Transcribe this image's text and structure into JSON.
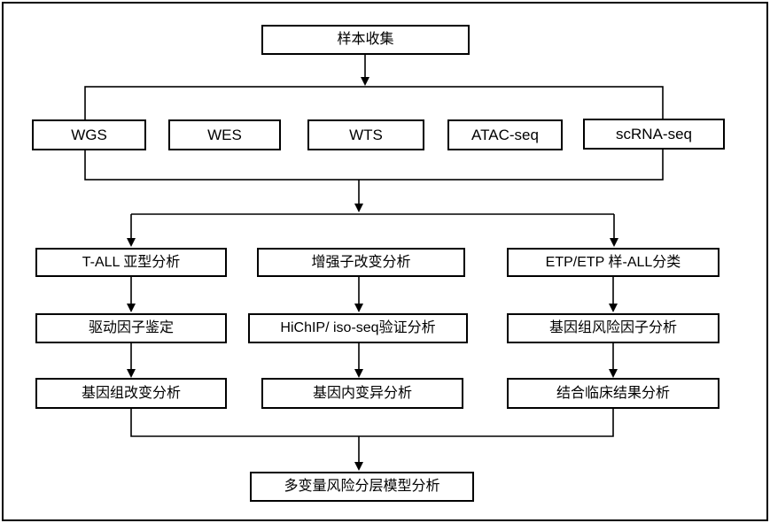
{
  "flowchart": {
    "root": {
      "label": "样本收集"
    },
    "platforms": [
      {
        "label": "WGS"
      },
      {
        "label": "WES"
      },
      {
        "label": "WTS"
      },
      {
        "label": "ATAC-seq"
      },
      {
        "label": "scRNA-seq"
      }
    ],
    "columns": [
      {
        "steps": [
          {
            "label": "T-ALL 亚型分析"
          },
          {
            "label": "驱动因子鉴定"
          },
          {
            "label": "基因组改变分析"
          }
        ]
      },
      {
        "steps": [
          {
            "label": "增强子改变分析"
          },
          {
            "label": "HiChIP/ iso-seq验证分析"
          },
          {
            "label": "基因内变异分析"
          }
        ]
      },
      {
        "steps": [
          {
            "label": "ETP/ETP 样-ALL分类"
          },
          {
            "label": "基因组风险因子分析"
          },
          {
            "label": "结合临床结果分析"
          }
        ]
      }
    ],
    "final": {
      "label": "多变量风险分层模型分析"
    },
    "colors": {
      "line": "#000000",
      "box_border": "#000000",
      "background": "#ffffff",
      "text": "#000000"
    }
  }
}
